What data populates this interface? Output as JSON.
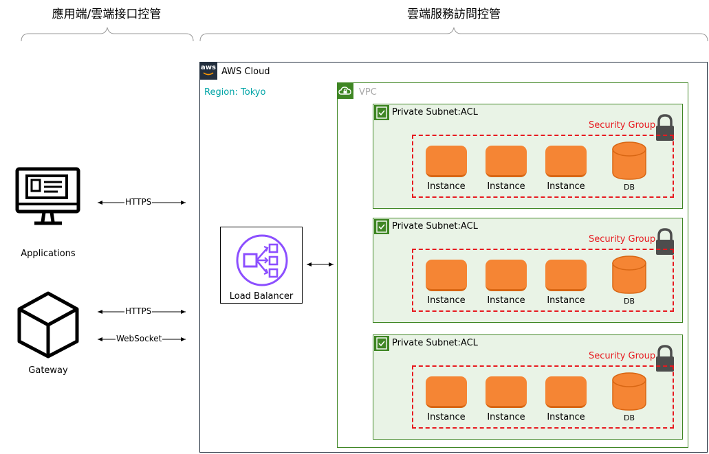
{
  "headers": {
    "left": "應用端/雲端接口控管",
    "right": "雲端服務訪問控管"
  },
  "clients": {
    "applications_label": "Applications",
    "gateway_label": "Gateway"
  },
  "connections": {
    "app_protocol": "HTTPS",
    "gateway_protocol_1": "HTTPS",
    "gateway_protocol_2": "WebSocket"
  },
  "aws": {
    "logo_text": "aws",
    "cloud_label": "AWS Cloud",
    "region_label": "Region: Tokyo",
    "vpc_label": "VPC",
    "load_balancer_label": "Load Balancer"
  },
  "subnets": [
    {
      "label": "Private Subnet:ACL",
      "security_group_label": "Security Group",
      "instances": [
        "Instance",
        "Instance",
        "Instance"
      ],
      "db_label": "DB"
    },
    {
      "label": "Private Subnet:ACL",
      "security_group_label": "Security Group",
      "instances": [
        "Instance",
        "Instance",
        "Instance"
      ],
      "db_label": "DB"
    },
    {
      "label": "Private Subnet:ACL",
      "security_group_label": "Security Group",
      "instances": [
        "Instance",
        "Instance",
        "Instance"
      ],
      "db_label": "DB"
    }
  ],
  "colors": {
    "region_text": "#00a4a6",
    "vpc_border": "#3f8624",
    "subnet_fill": "#e9f3e6",
    "security_group": "#e7191f",
    "instance": "#f58534",
    "load_balancer": "#8c4fff",
    "aws_dark": "#232f3e"
  },
  "icons": {
    "applications": "desktop-monitor-icon",
    "gateway": "cube-icon",
    "load_balancer": "elastic-load-balancer-icon",
    "vpc": "cloud-lock-icon",
    "subnet": "shield-check-icon",
    "security_group": "padlock-icon"
  }
}
